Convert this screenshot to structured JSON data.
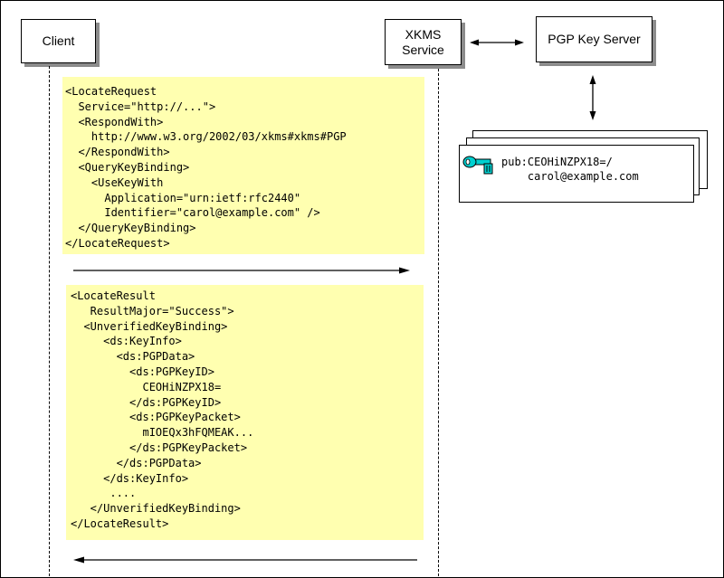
{
  "actors": {
    "client": "Client",
    "xkms_service": [
      "XKMS",
      "Service"
    ],
    "pgp_key_server": "PGP Key Server"
  },
  "request": {
    "lines": [
      "<LocateRequest",
      "  Service=\"http://...\">",
      "  <RespondWith>",
      "    http://www.w3.org/2002/03/xkms#xkms#PGP",
      "  </RespondWith>",
      "  <QueryKeyBinding>",
      "    <UseKeyWith",
      "      Application=\"urn:ietf:rfc2440\"",
      "      Identifier=\"carol@example.com\" />",
      "  </QueryKeyBinding>",
      "</LocateRequest>"
    ]
  },
  "result": {
    "lines": [
      "<LocateResult",
      "   ResultMajor=\"Success\">",
      "  <UnverifiedKeyBinding>",
      "     <ds:KeyInfo>",
      "       <ds:PGPData>",
      "         <ds:PGPKeyID>",
      "           CEOHiNZPX18=",
      "         </ds:PGPKeyID>",
      "         <ds:PGPKeyPacket>",
      "           mIOEQx3hFQMEAK...",
      "         </ds:PGPKeyPacket>",
      "       </ds:PGPData>",
      "     </ds:KeyInfo>",
      "      ....",
      "   </UnverifiedKeyBinding>",
      "</LocateResult>"
    ]
  },
  "key_record": {
    "lines": [
      "pub:CEOHiNZPX18=/",
      "    carol@example.com"
    ],
    "icon": "key-icon",
    "icon_color": "#00d0d0"
  },
  "colors": {
    "message_background": "#ffffb0",
    "shadow": "#8c8c8c"
  }
}
